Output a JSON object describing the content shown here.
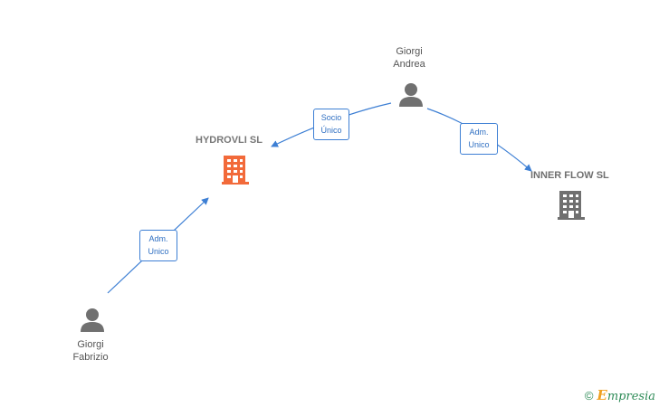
{
  "people": [
    {
      "id": "andrea",
      "line1": "Giorgi",
      "line2": "Andrea"
    },
    {
      "id": "fabrizio",
      "line1": "Giorgi",
      "line2": "Fabrizio"
    }
  ],
  "companies": [
    {
      "id": "hydrovli",
      "name": "HYDROVLI SL",
      "color": "#f26a3a"
    },
    {
      "id": "innerflow",
      "name": "INNER FLOW SL",
      "color": "#707070"
    }
  ],
  "relations": [
    {
      "id": "andrea-hydrovli",
      "line1": "Socio",
      "line2": "Único"
    },
    {
      "id": "andrea-innerflow",
      "line1": "Adm.",
      "line2": "Unico"
    },
    {
      "id": "fabrizio-hydrovli",
      "line1": "Adm.",
      "line2": "Unico"
    }
  ],
  "colors": {
    "edge": "#3d7fd4",
    "person": "#707070"
  },
  "footer": {
    "copyright": "©",
    "brand_first": "E",
    "brand_rest": "mpresia"
  }
}
